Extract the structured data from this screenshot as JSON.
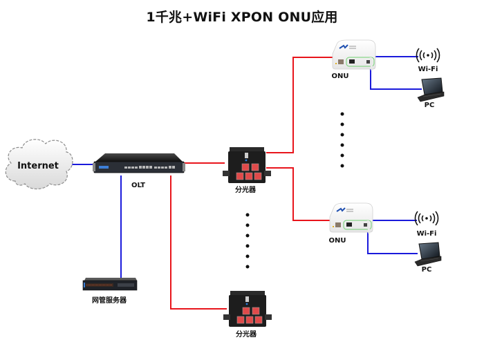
{
  "title": "1千兆+WiFi XPON ONU应用",
  "nodes": {
    "internet": {
      "label": "Internet"
    },
    "olt": {
      "label": "OLT"
    },
    "server": {
      "label": "网管服务器"
    },
    "splitter_top": {
      "label": "分光器"
    },
    "splitter_bottom": {
      "label": "分光器"
    },
    "onu_top": {
      "label": "ONU"
    },
    "onu_bottom": {
      "label": "ONU"
    },
    "wifi_top": {
      "label": "Wi-Fi"
    },
    "wifi_bottom": {
      "label": "Wi-Fi"
    },
    "pc_top": {
      "label": "PC"
    },
    "pc_bottom": {
      "label": "PC"
    }
  },
  "links": [
    {
      "from": "internet",
      "to": "olt",
      "type": "ethernet"
    },
    {
      "from": "olt",
      "to": "server",
      "type": "ethernet"
    },
    {
      "from": "olt",
      "to": "splitter_top",
      "type": "fiber"
    },
    {
      "from": "olt",
      "to": "splitter_bottom",
      "type": "fiber"
    },
    {
      "from": "splitter_top",
      "to": "onu_top",
      "type": "fiber"
    },
    {
      "from": "splitter_top",
      "to": "onu_bottom",
      "type": "fiber"
    },
    {
      "from": "onu_top",
      "to": "wifi_top",
      "type": "ethernet"
    },
    {
      "from": "onu_top",
      "to": "pc_top",
      "type": "ethernet"
    },
    {
      "from": "onu_bottom",
      "to": "wifi_bottom",
      "type": "ethernet"
    },
    {
      "from": "onu_bottom",
      "to": "pc_bottom",
      "type": "ethernet"
    }
  ],
  "colors": {
    "fiber": "#e8141b",
    "ethernet": "#1a1adb"
  }
}
